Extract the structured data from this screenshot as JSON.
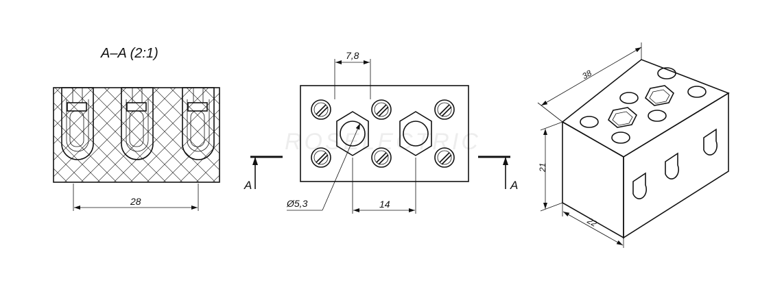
{
  "section_title": "A–A (2:1)",
  "section_label": "A",
  "watermark": "ROSELECTRIC",
  "dimensions": {
    "section_width": "28",
    "hole_spacing": "7,8",
    "center_distance": "14",
    "hole_diameter": "Ø5,3",
    "length_3d": "38",
    "height_3d": "21",
    "width_3d": "22"
  },
  "colors": {
    "line": "#111111",
    "background": "#ffffff"
  }
}
